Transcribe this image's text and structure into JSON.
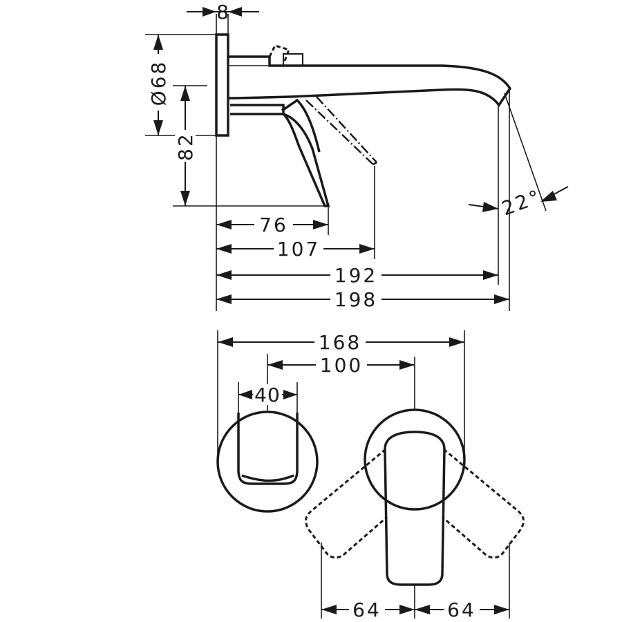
{
  "dimensions": {
    "rosette_thickness": "8",
    "rosette_diameter": "Ø68",
    "lever_height": "82",
    "lever_reach": "76",
    "lever_open_reach": "107",
    "spout_projection_inner": "192",
    "spout_projection_total": "198",
    "spout_angle": "22°",
    "rosette_spacing": "168",
    "center_spacing": "100",
    "outlet_width": "40",
    "lever_swing_left": "64",
    "lever_swing_right": "64"
  }
}
